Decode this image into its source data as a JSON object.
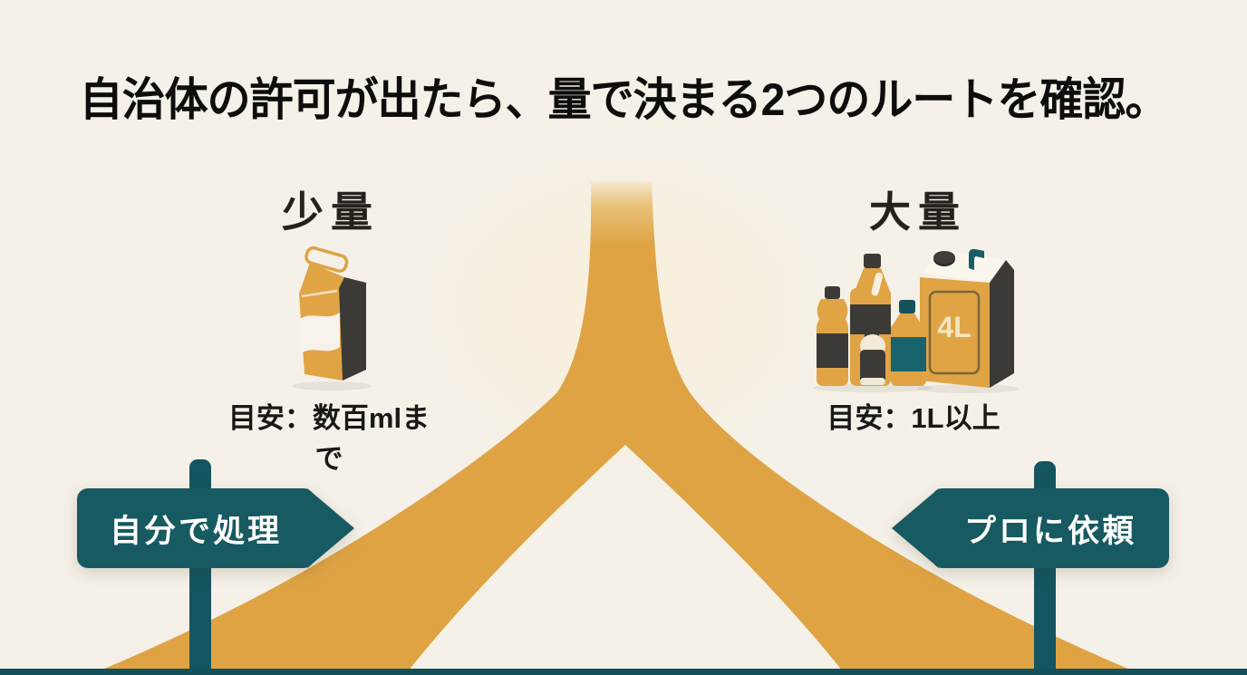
{
  "title": "自治体の許可が出たら、量で決まる2つのルートを確認。",
  "routes": {
    "small": {
      "label": "少量",
      "guideline": "目安：数百mlまで",
      "sign_label": "自分で処理",
      "icon": "milk-carton-icon"
    },
    "large": {
      "label": "大量",
      "guideline": "目安：1L以上",
      "sign_label": "プロに依頼",
      "icon": "oil-containers-icon",
      "can_volume_label": "4L"
    }
  },
  "colors": {
    "background": "#f5f1e8",
    "road": "#dfa344",
    "road_fade_top": "#f6eedb",
    "sign_teal": "#175a61",
    "post_teal": "#155560",
    "dark_ink": "#3b3a36",
    "accent_teal_band": "#17646e",
    "title_text": "#0e0d0c",
    "sign_text": "#ffffff",
    "can_label_text": "#f3e5c0",
    "bottom_bar": "#14505a"
  }
}
